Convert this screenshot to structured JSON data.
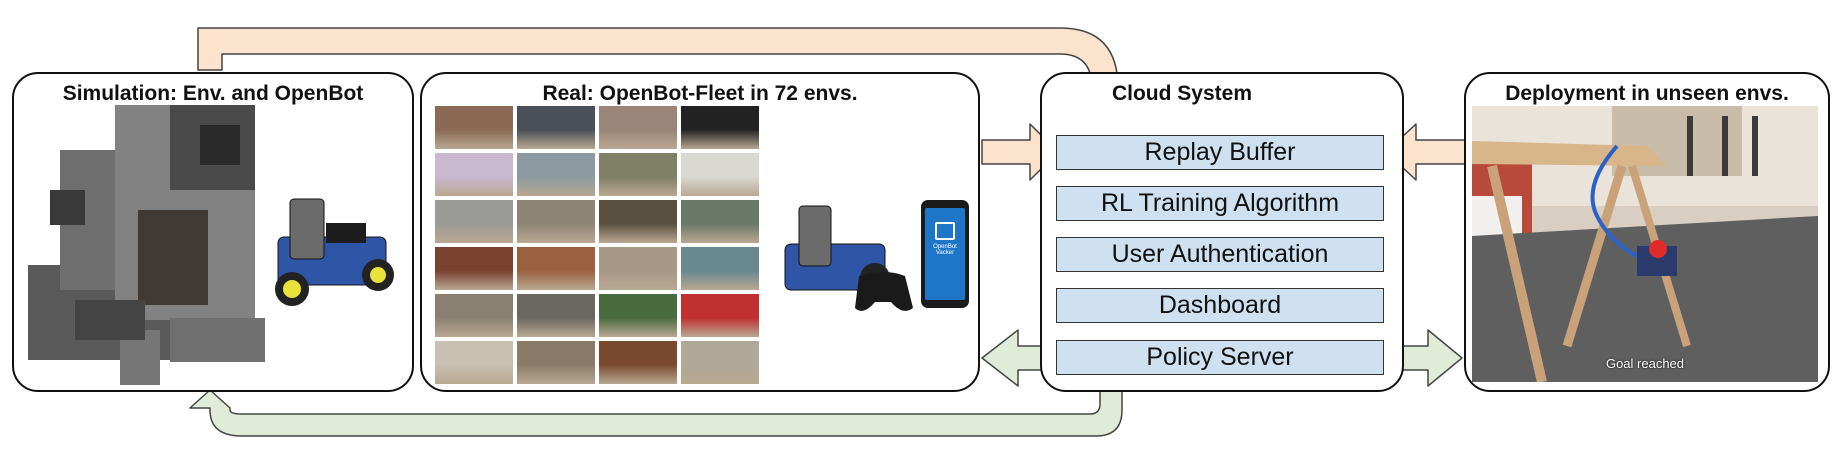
{
  "panels": {
    "simulation": {
      "title": "Simulation: Env. and OpenBot"
    },
    "real": {
      "title": "Real: OpenBot-Fleet in 72 envs."
    },
    "cloud": {
      "title": "Cloud System"
    },
    "deployment": {
      "title": "Deployment in unseen envs."
    }
  },
  "services": [
    "Replay Buffer",
    "RL Training Algorithm",
    "User Authentication",
    "Dashboard",
    "Policy Server"
  ],
  "phone": {
    "app_name": "OpenBot",
    "app_sub": "Vacker"
  },
  "deployment_caption": "Goal reached",
  "colors": {
    "data_flow_arrow": "#fbe3cd",
    "policy_flow_arrow": "#e0ecd8",
    "service_box": "#cfe0f1",
    "robot_blue": "#2f56a6",
    "robot_wheel": "#e8e23a",
    "phone_screen": "#1f76c9",
    "goal_marker": "#e02b2b"
  },
  "thumb_colors": [
    "#8a6a55",
    "#4a4f58",
    "#9a8578",
    "#222222",
    "#c8b8d0",
    "#8a9aa0",
    "#7f8066",
    "#d8d8d0",
    "#9a9a96",
    "#8e8474",
    "#5a5040",
    "#6a7868",
    "#7a4030",
    "#9a6040",
    "#a89888",
    "#6a8890",
    "#8a8070",
    "#6a6860",
    "#4a6a40",
    "#c03030",
    "#c8c0b0",
    "#8a7a68",
    "#7a4a30",
    "#b0a898"
  ]
}
